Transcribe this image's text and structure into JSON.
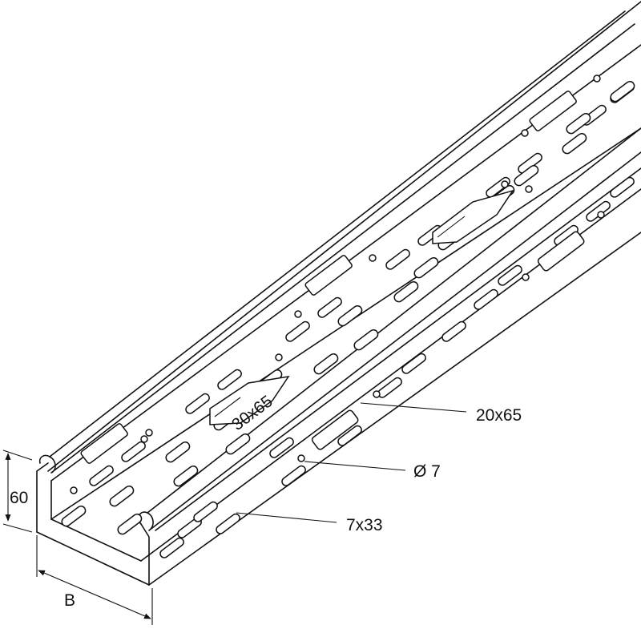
{
  "labels": {
    "cutout_large": "30x65",
    "slot_side": "20x65",
    "hole_round": "Ø 7",
    "slot_small": "7x33",
    "height": "60",
    "width": "B"
  },
  "icons": {
    "arrow": "arrowhead"
  }
}
